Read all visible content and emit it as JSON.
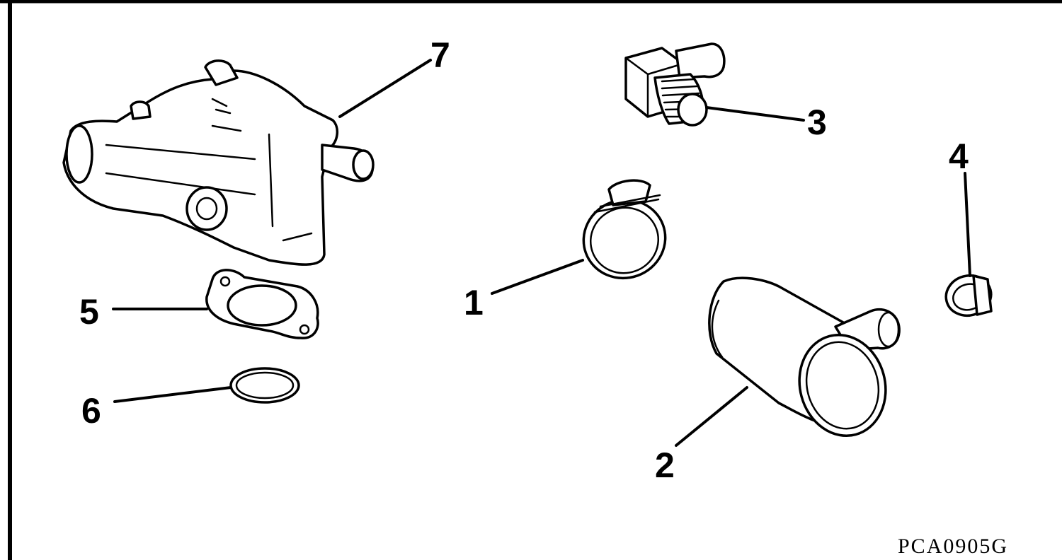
{
  "callouts": {
    "c1": "1",
    "c2": "2",
    "c3": "3",
    "c4": "4",
    "c5": "5",
    "c6": "6",
    "c7": "7"
  },
  "figure_code": "PCA0905G"
}
